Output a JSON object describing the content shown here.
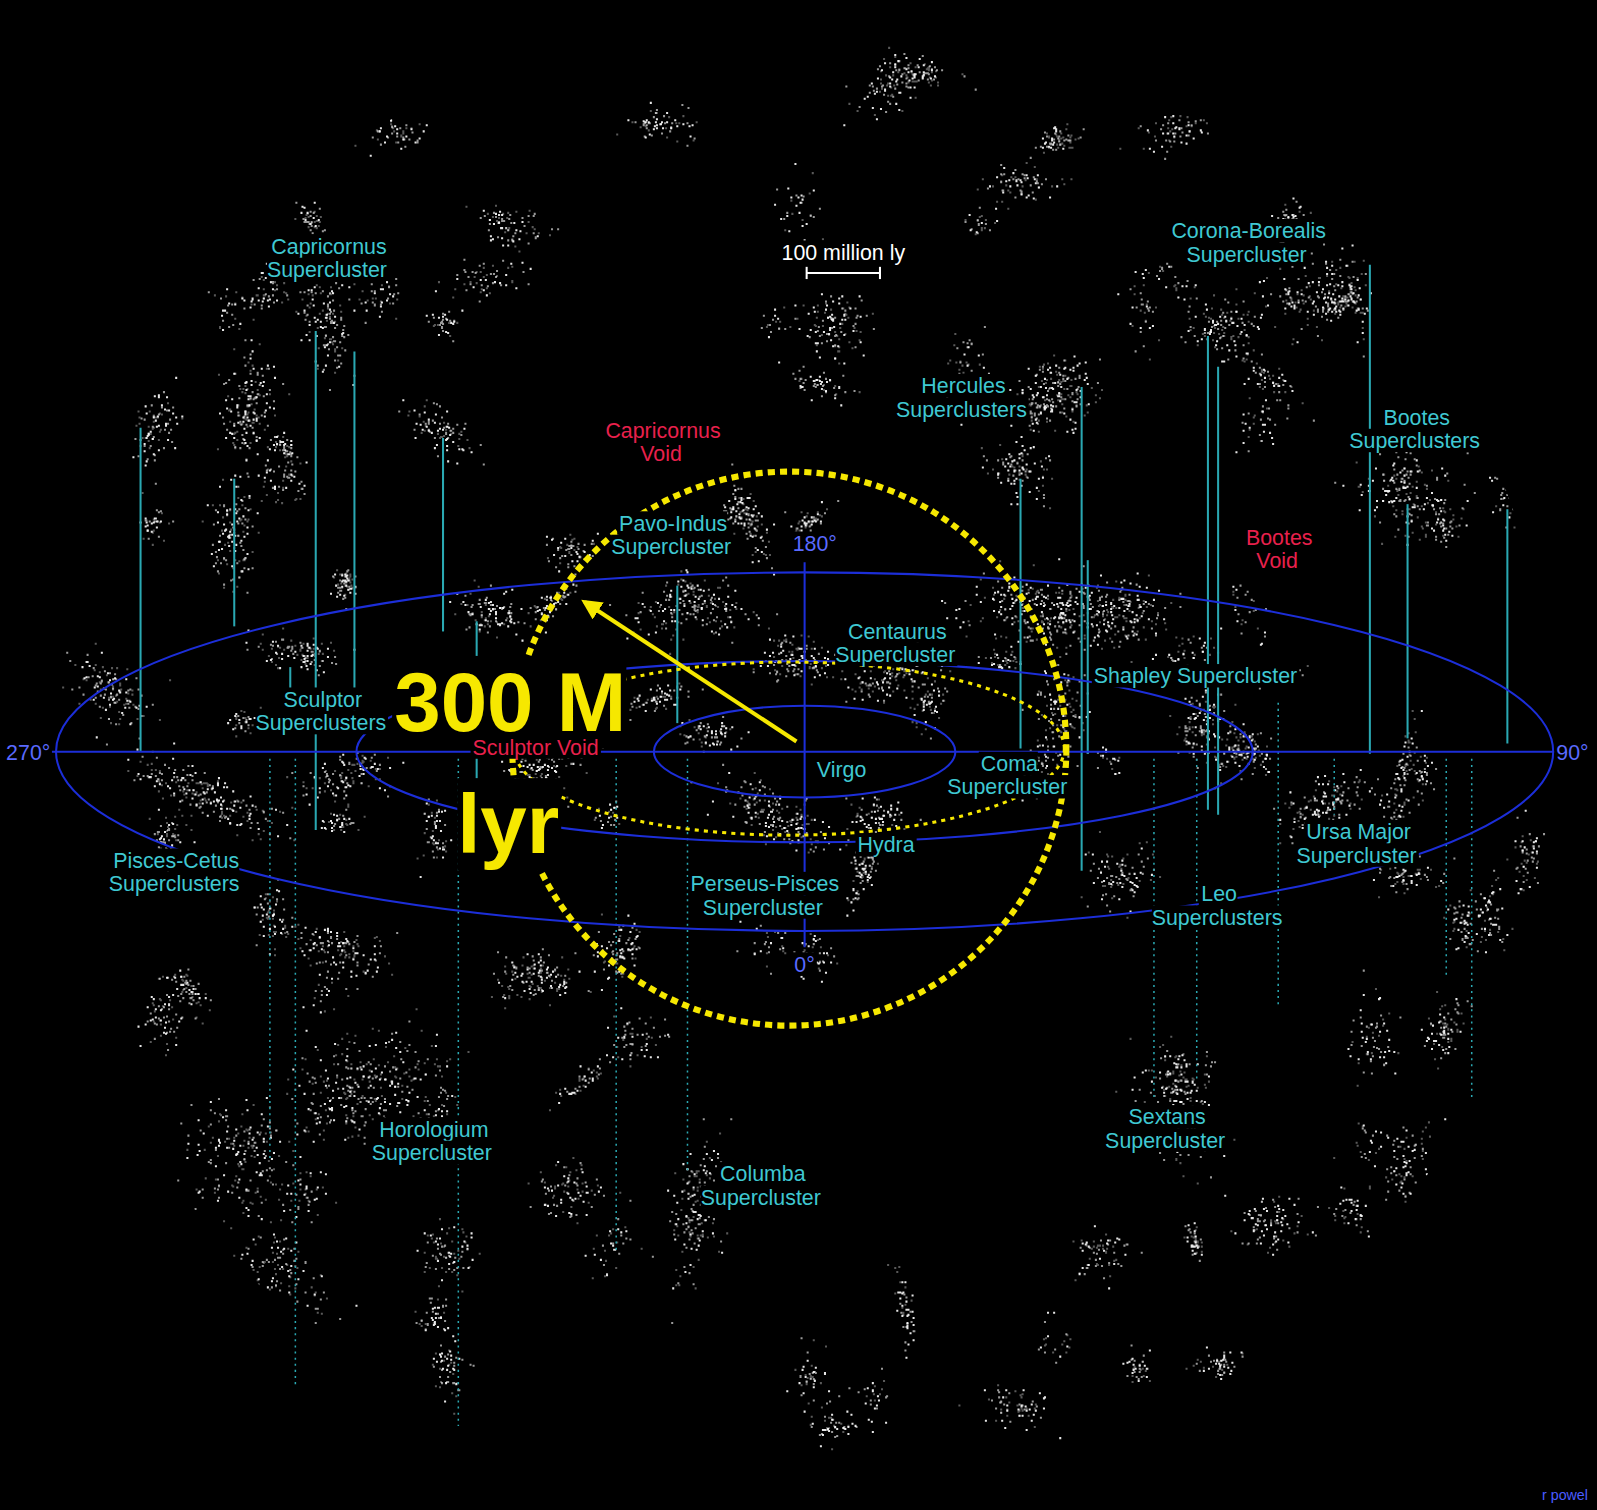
{
  "diagram": {
    "labels": [
      "Capricornus Supercluster",
      "100 million ly",
      "Corona-Borealis Supercluster",
      "Hercules Superclusters",
      "Bootes Superclusters",
      "Capricornus Void",
      "Bootes Void",
      "Pavo-Indus Supercluster",
      "180°",
      "Centaurus Supercluster",
      "Shapley Supercluster",
      "Sculptor Superclusters",
      "300 M lyr",
      "Sculptor Void",
      "270°",
      "Virgo",
      "Coma Supercluster",
      "90°",
      "Ursa Major Supercluster",
      "Hydra",
      "Pisces-Cetus Superclusters",
      "Perseus-Pisces Supercluster",
      "Leo Superclusters",
      "0°",
      "Sextans Supercluster",
      "Horologium Supercluster",
      "Columba Supercluster",
      "r powel"
    ]
  }
}
